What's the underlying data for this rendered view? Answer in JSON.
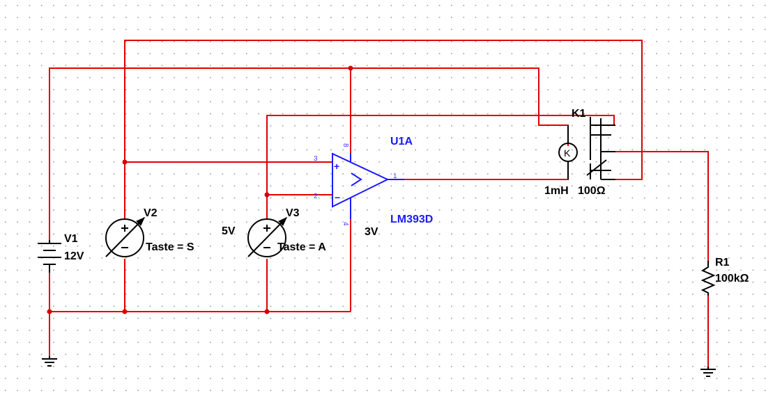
{
  "components": {
    "v1": {
      "name": "V1",
      "value": "12V"
    },
    "v2": {
      "name": "V2",
      "key": "Taste = S"
    },
    "v3": {
      "name": "V3",
      "key": "Taste = A",
      "value_left": "5V"
    },
    "u1": {
      "name": "U1A",
      "part": "LM393D",
      "note": "3V",
      "pins": {
        "in_plus": "3",
        "in_minus": "2",
        "vcc": "8",
        "gnd": "4",
        "out": "1"
      },
      "plus_sign": "+",
      "minus_sign": "−"
    },
    "k1": {
      "name": "K1",
      "inductance": "1mH",
      "resistance": "100Ω",
      "coil_letter": "K"
    },
    "r1": {
      "name": "R1",
      "value": "100kΩ"
    }
  },
  "colors": {
    "wire": "#e00000",
    "junction": "#d40000",
    "opamp": "#1a1aff",
    "label": "#1a1aff",
    "grid": "#9a9a9a",
    "background": "#ffffff"
  },
  "icons": {
    "ground": "ground-icon",
    "battery": "battery-icon",
    "voltmeter": "voltmeter-icon",
    "opamp": "opamp-icon",
    "relay": "relay-icon",
    "resistor": "resistor-icon"
  }
}
